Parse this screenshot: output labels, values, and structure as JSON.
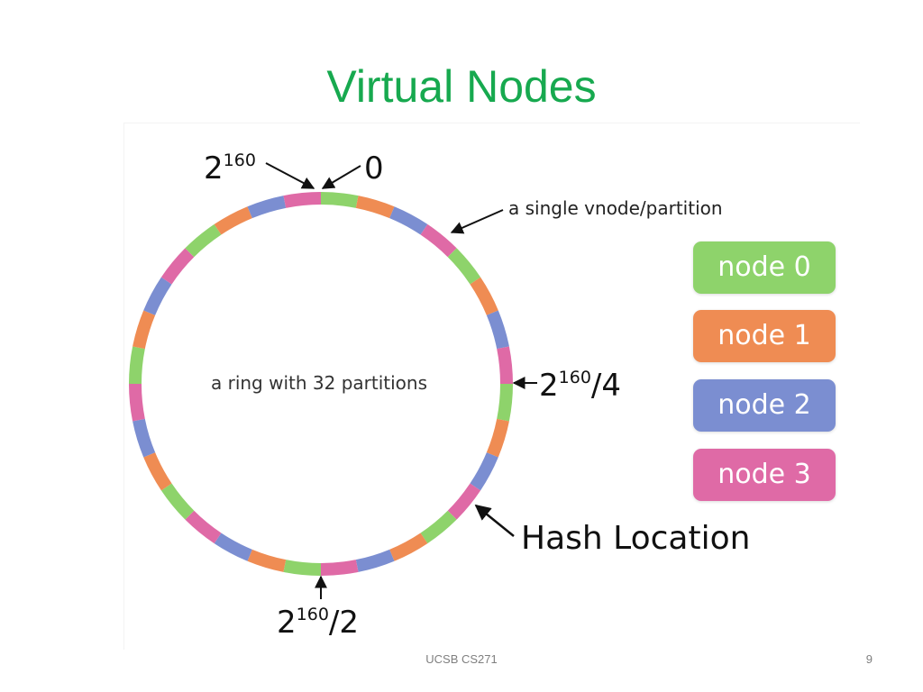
{
  "slide": {
    "title": "Virtual Nodes",
    "footer": "UCSB CS271",
    "page_number": "9"
  },
  "diagram": {
    "center_label": "a ring with 32 partitions",
    "partition_count": 32,
    "partition_node_order": [
      0,
      1,
      2,
      3
    ],
    "labels": {
      "top_left_base": "2",
      "top_left_exp": "160",
      "top_right": "0",
      "single_vnode": "a single vnode/partition",
      "right_base": "2",
      "right_exp": "160",
      "right_suffix": "/4",
      "bottom_base": "2",
      "bottom_exp": "160",
      "bottom_suffix": "/2",
      "hash_location": "Hash Location"
    }
  },
  "legend": [
    {
      "label": "node 0",
      "color": "#8ed36b"
    },
    {
      "label": "node 1",
      "color": "#ef8c53"
    },
    {
      "label": "node 2",
      "color": "#7b8ed1"
    },
    {
      "label": "node 3",
      "color": "#df6aa6"
    }
  ]
}
